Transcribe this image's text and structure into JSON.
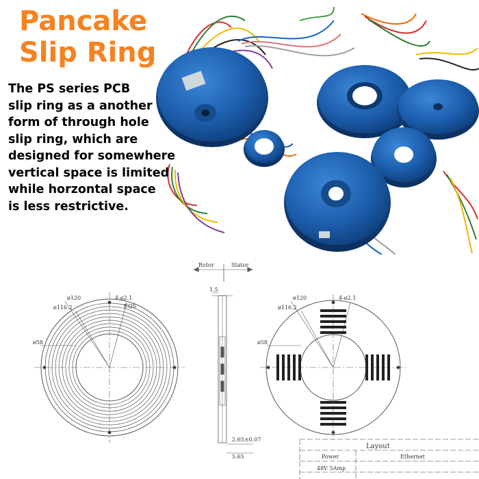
{
  "header": {
    "title_line1": "Pancake",
    "title_line2": "Slip Ring",
    "accent_color": "#f58220"
  },
  "description": {
    "lines": [
      "The PS series PCB",
      "slip ring as a another",
      "form of through hole",
      "slip ring, which are",
      "designed for somewhere",
      "vertical space is limited",
      "while horzontal space",
      "is less restrictive."
    ]
  },
  "photo": {
    "ring_color": "#1d5fae"
  },
  "drawing": {
    "left_view": {
      "dia_outer": "ø120",
      "dia_pcd": "ø116.2",
      "dia_bore": "ø58",
      "holes": "4-ø2.1",
      "holes_note": "EQS"
    },
    "side_view": {
      "rotor_label": "Rotor",
      "stator_label": "Stator",
      "dim_top": "1.5",
      "dim_thick": "2.65±0.07",
      "dim_total": "5.65"
    },
    "right_view": {
      "dia_outer": "ø120",
      "dia_pcd": "ø116.2",
      "dia_bore": "ø58",
      "holes": "4-ø2.1"
    },
    "layout_table": {
      "title": "Layout",
      "col1": "Power",
      "col2": "Ethernet",
      "row1": "48V 5Amp"
    }
  }
}
